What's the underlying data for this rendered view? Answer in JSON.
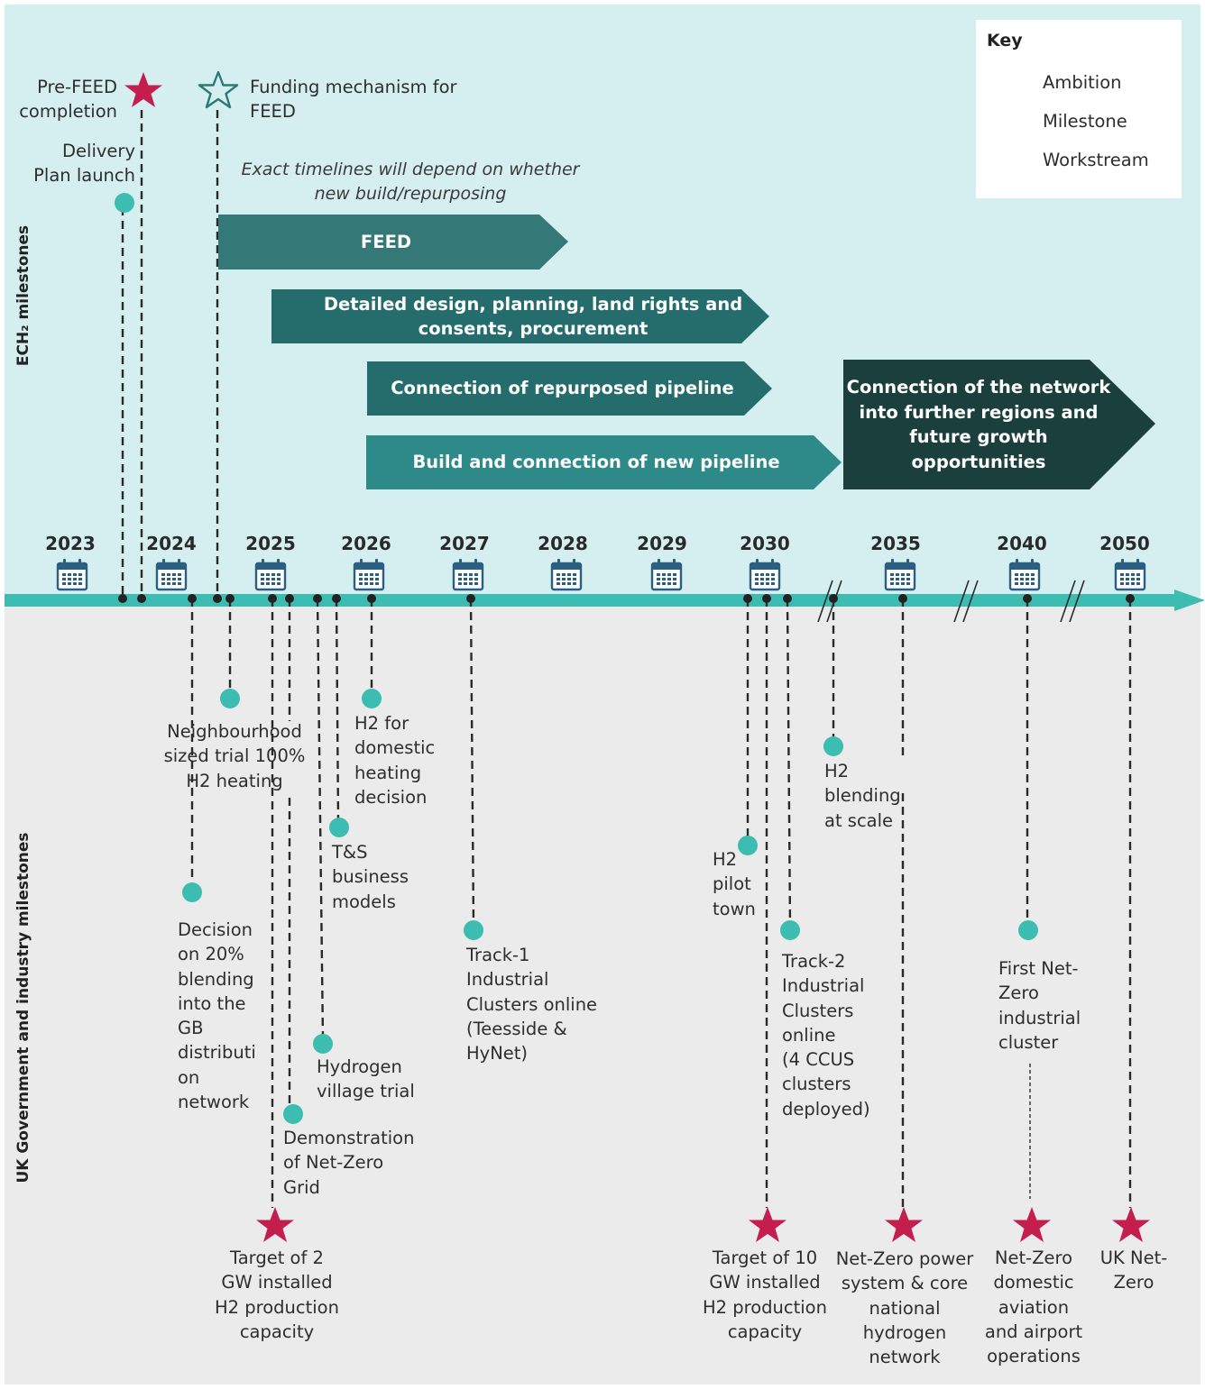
{
  "side_labels": {
    "top": "ECH₂ milestones",
    "bottom": "UK Government and industry milestones"
  },
  "key": {
    "title": "Key",
    "ambition": "Ambition",
    "milestone": "Milestone",
    "workstream": "Workstream"
  },
  "years": [
    "2023",
    "2024",
    "2025",
    "2026",
    "2027",
    "2028",
    "2029",
    "2030",
    "2035",
    "2040",
    "2050"
  ],
  "top_milestones": {
    "pre_feed": "Pre-FEED\ncompletion",
    "funding": "Funding mechanism for\nFEED",
    "delivery_plan": "Delivery\nPlan launch"
  },
  "note": "Exact timelines will depend on whether\nnew build/repurposing",
  "workstreams": {
    "feed": "FEED",
    "detailed_design": "Detailed design, planning, land rights and\nconsents, procurement",
    "repurposed": "Connection of repurposed pipeline",
    "new_pipeline": "Build and connection of new pipeline",
    "further_regions": "Connection of the network\ninto further regions and\nfuture growth opportunities"
  },
  "bottom_milestones": {
    "neighbourhood": "Neighbourhood\nsized trial 100%\nH2 heating",
    "domestic_heating": "H2 for\ndomestic\nheating\ndecision",
    "ts_models": "T&S\nbusiness\nmodels",
    "blending_decision": "Decision\non 20%\nblending\ninto the\nGB\ndistributi\non\nnetwork",
    "track1": "Track-1\nIndustrial\nClusters online\n(Teesside &\nHyNet)",
    "village": "Hydrogen\nvillage trial",
    "demo_grid": "Demonstration\nof Net-Zero\nGrid",
    "pilot_town": "H2\npilot\ntown",
    "blending_scale": "H2\nblending\nat scale",
    "track2": "Track-2\nIndustrial\nClusters\nonline\n(4 CCUS\nclusters\ndeployed)",
    "first_cluster": "First Net-\nZero\nindustrial\ncluster"
  },
  "ambitions": {
    "target_2gw": "Target of 2\nGW installed\nH2 production\ncapacity",
    "target_10gw": "Target of 10\nGW installed\nH2 production\ncapacity",
    "power_system": "Net-Zero power\nsystem & core\nnational\nhydrogen\nnetwork",
    "aviation": "Net-Zero\ndomestic\naviation\nand airport\noperations",
    "uk_net_zero": "UK Net-\nZero"
  },
  "colors": {
    "top_band": "#d5eff0",
    "bottom_band": "#ebebeb",
    "axis": "#3dbdb2",
    "milestone": "#3dbdb2",
    "ambition": "#c41e4e",
    "workstream_feed": "#347878",
    "workstream_dark": "#246d6c",
    "workstream_light": "#2e8a88",
    "workstream_darkest": "#1b3f3d",
    "calendar": "#2b5f82"
  }
}
